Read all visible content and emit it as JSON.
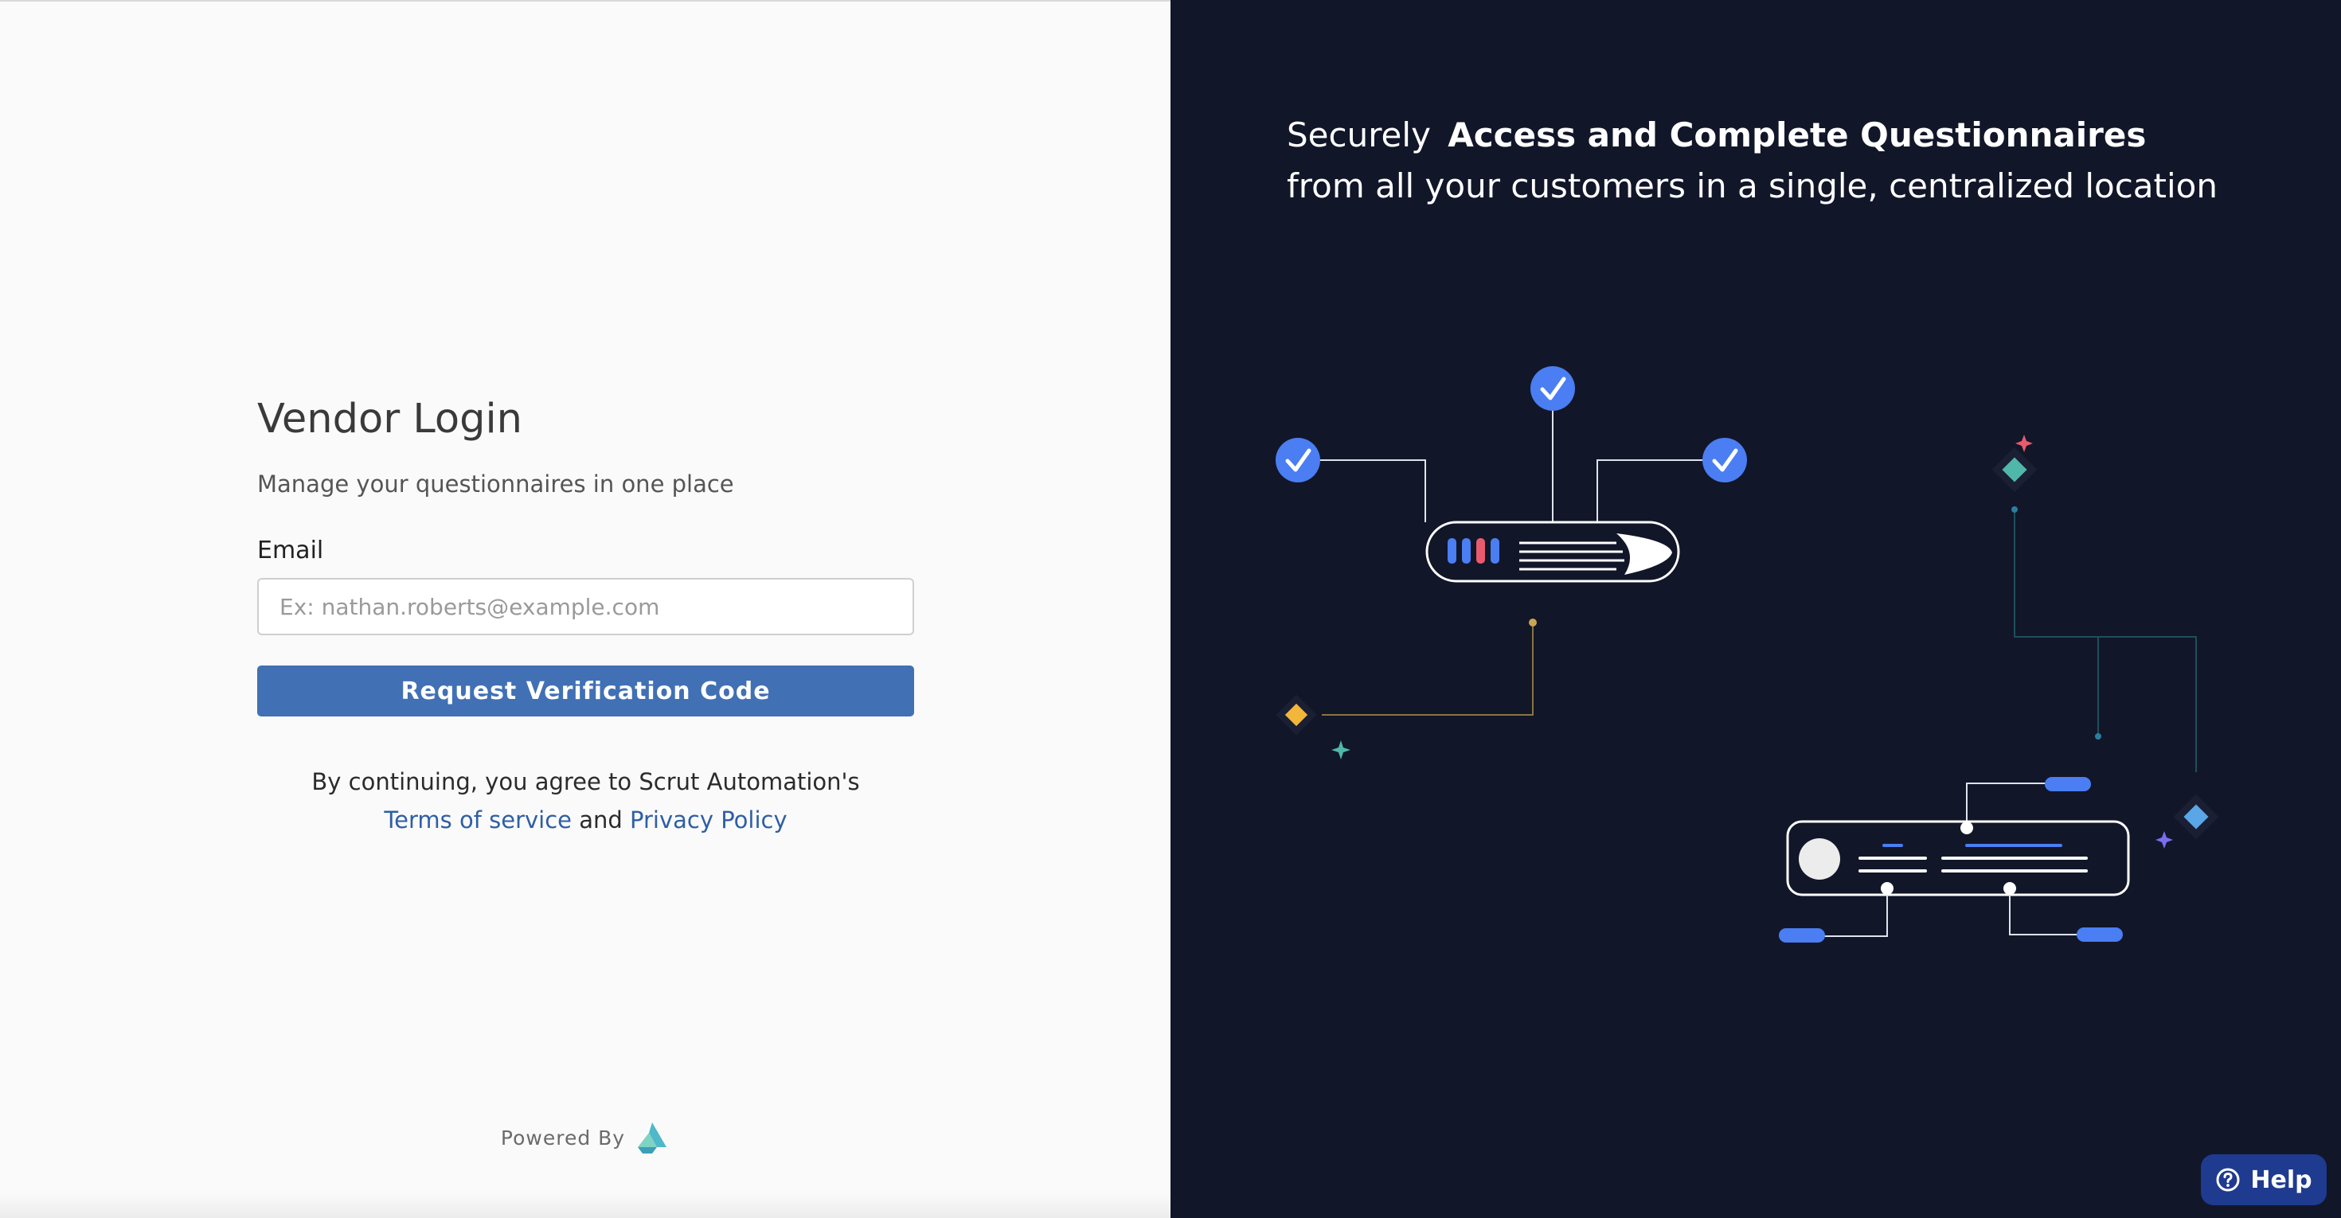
{
  "login": {
    "title": "Vendor Login",
    "subtitle": "Manage your questionnaires in one place",
    "email_label": "Email",
    "email_placeholder": "Ex: nathan.roberts@example.com",
    "email_value": "",
    "request_button": "Request Verification Code",
    "legal_prefix": "By continuing, you agree to Scrut Automation's ",
    "terms_link": "Terms of service",
    "legal_and": " and ",
    "privacy_link": "Privacy Policy"
  },
  "footer": {
    "powered_by": "Powered By",
    "logo_icon": "scrut-logo-icon"
  },
  "hero": {
    "headline_normal": "Securely",
    "headline_bold": "Access and Complete Questionnaires",
    "headline_line2": "from all your customers in a single, centralized location"
  },
  "help": {
    "label": "Help",
    "icon": "question-circle-icon"
  },
  "colors": {
    "primary": "#4170b4",
    "dark_panel": "#121629",
    "accent_blue": "#4a7ef2",
    "link": "#2f5fa5",
    "help_bg": "#1e3b8f"
  }
}
